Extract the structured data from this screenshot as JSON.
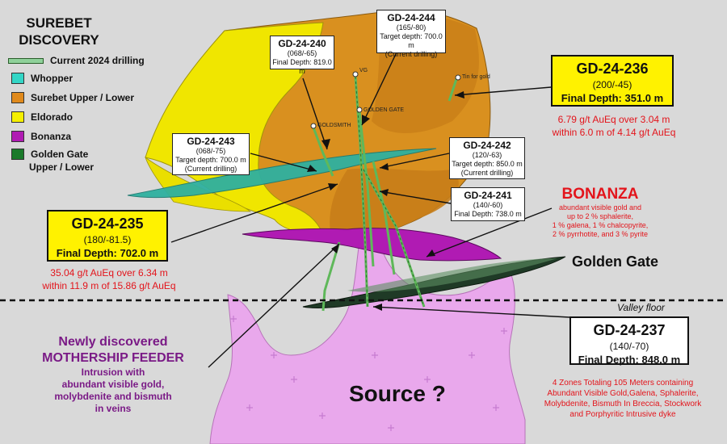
{
  "title": {
    "line1": "SUREBET",
    "line2": "DISCOVERY"
  },
  "legend": {
    "items": [
      {
        "label": "Current 2024 drilling",
        "color": "#8fd19a",
        "kind": "line"
      },
      {
        "label": "Whopper",
        "color": "#33d6c6",
        "kind": "box"
      },
      {
        "label": "Surebet Upper / Lower",
        "color": "#e08a1c",
        "kind": "box"
      },
      {
        "label": "Eldorado",
        "color": "#f5ef00",
        "kind": "box"
      },
      {
        "label": "Bonanza",
        "color": "#b01bb3",
        "kind": "box"
      },
      {
        "label": "Golden Gate",
        "color": "#1a7a2a",
        "kind": "box"
      }
    ],
    "golden_gate_line2": "Upper / Lower"
  },
  "holes": {
    "gd240": {
      "id": "GD-24-240",
      "angle": "(068/-65)",
      "depth": "Final Depth: 819.0 m"
    },
    "gd244": {
      "id": "GD-24-244",
      "angle": "(165/-80)",
      "depth": "Target depth: 700.0 m",
      "note": "(Current drilling)"
    },
    "gd243": {
      "id": "GD-24-243",
      "angle": "(068/-75)",
      "depth": "Target depth: 700.0 m",
      "note": "(Current drilling)"
    },
    "gd242": {
      "id": "GD-24-242",
      "angle": "(120/-63)",
      "depth": "Target depth: 850.0 m",
      "note": "(Current drilling)"
    },
    "gd241": {
      "id": "GD-24-241",
      "angle": "(140/-60)",
      "depth": "Final Depth: 738.0 m"
    },
    "gd236": {
      "id": "GD-24-236",
      "angle": "(200/-45)",
      "depth": "Final Depth: 351.0 m",
      "result1": "6.79 g/t AuEq over 3.04 m",
      "result2": "within 6.0 m of 4.14 g/t AuEq"
    },
    "gd235": {
      "id": "GD-24-235",
      "angle": "(180/-81.5)",
      "depth": "Final Depth: 702.0 m",
      "result1": "35.04 g/t AuEq over 6.34 m",
      "result2": "within 11.9 m of 15.86 g/t AuEq"
    },
    "gd237": {
      "id": "GD-24-237",
      "angle": "(140/-70)",
      "depth": "Final Depth: 848.0 m",
      "notes": [
        "4 Zones Totaling 105 Meters containing",
        "Abundant Visible Gold,Galena, Sphalerite,",
        "Molybdenite, Bismuth In Breccia, Stockwork",
        "and Porphyritic Intrusive dyke"
      ]
    }
  },
  "bonanza": {
    "title": "BONANZA",
    "lines": [
      "abundant visible gold and",
      "up to 2 % sphalerite,",
      "1 % galena, 1 % chalcopyrite,",
      "2 % pyrrhotite, and 3 % pyrite"
    ]
  },
  "golden_gate_label": "Golden Gate",
  "valley_floor": "Valley floor",
  "mothership": {
    "line1": "Newly discovered",
    "line2": "MOTHERSHIP FEEDER",
    "desc": [
      "Intrusion with",
      "abundant visible gold,",
      "molybdenite and bismuth",
      "in veins"
    ]
  },
  "source_label": "Source ?",
  "map_labels": {
    "vg": "VG",
    "tin_for_gold": "Tin for gold",
    "golden_gate": "GOLDEN GATE",
    "goldsmith": "GOLDSMITH"
  },
  "colors": {
    "red": "#e3141b",
    "purple": "#7a1a86",
    "yellow_box": "#fff200",
    "source_pink": "#e9a8ec"
  }
}
